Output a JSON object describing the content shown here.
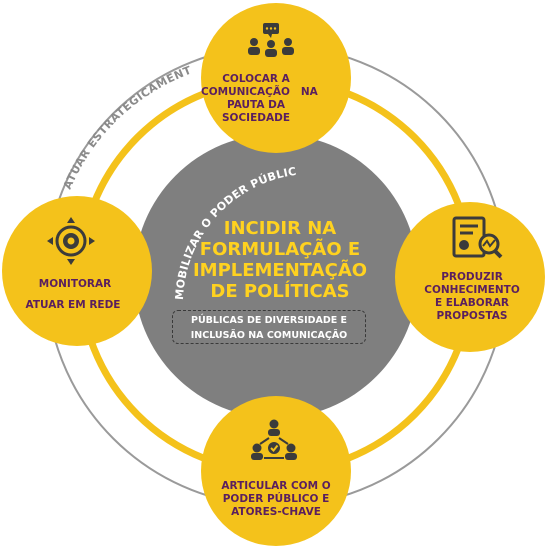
{
  "diagram": {
    "center": {
      "title": "INCIDIR NA FORMULAÇÃO E IMPLEMENTAÇÃO DE POLÍTICAS",
      "subtitle": "PÚBLICAS DE DIVERSIDADE E INCLUSÃO NA COMUNICAÇÃO"
    },
    "arc_labels": {
      "outer": "ATUAR ESTRATEGICAMENTE",
      "inner": "MOBILIZAR O PODER PÚBLICO"
    },
    "nodes": {
      "top": {
        "line1": "COLOCAR A",
        "line2": "COMUNICAÇÃO   NA",
        "line3": "PAUTA DA",
        "line4": "SOCIEDADE",
        "icon": "people-discussion-icon"
      },
      "right": {
        "line1": "PRODUZIR",
        "line2": "CONHECIMENTO",
        "line3": "E ELABORAR",
        "line4": "PROPOSTAS",
        "icon": "report-analysis-icon"
      },
      "bottom": {
        "line1": "ARTICULAR COM O",
        "line2": "PODER PÚBLICO E",
        "line3": "ATORES-CHAVE",
        "icon": "network-people-icon"
      },
      "left": {
        "line1": "MONITORAR",
        "line2": "ATUAR EM REDE",
        "icon": "target-monitor-icon"
      }
    },
    "colors": {
      "yellow": "#f4c21b",
      "gray_center": "#7f7f7f",
      "ring_gray": "#9a9a9a",
      "purple_text": "#5a1f5e",
      "icon_dark": "#3b3b3b"
    }
  }
}
